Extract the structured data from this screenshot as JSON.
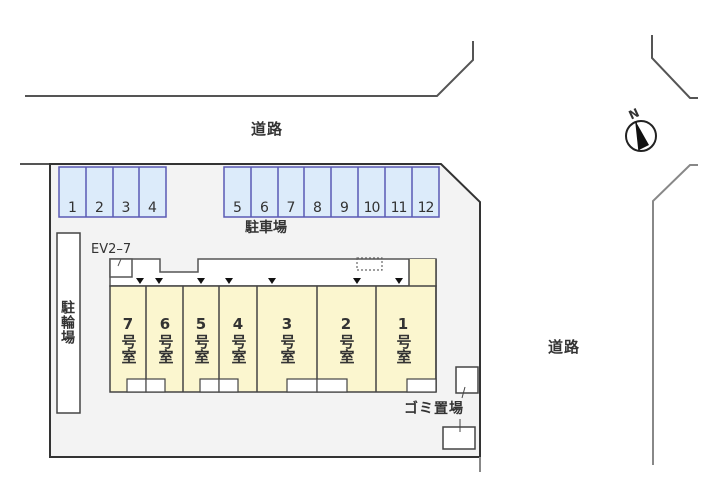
{
  "roads": {
    "north_label": "道路",
    "east_label": "道路"
  },
  "compass": {
    "letter": "N",
    "icon": "north-arrow-icon"
  },
  "parking": {
    "label": "駐車場",
    "slots_left": [
      "1",
      "2",
      "3",
      "4"
    ],
    "slots_right": [
      "5",
      "6",
      "7",
      "8",
      "9",
      "10",
      "11",
      "12"
    ],
    "fill_color": "#dcebfa",
    "border_color": "#5a5ab4"
  },
  "bicycle_parking": {
    "label": "駐輪場"
  },
  "elevator": {
    "label": "EV2–7"
  },
  "rooms": [
    {
      "num": "7",
      "suffix": "号室"
    },
    {
      "num": "6",
      "suffix": "号室"
    },
    {
      "num": "5",
      "suffix": "号室"
    },
    {
      "num": "4",
      "suffix": "号室"
    },
    {
      "num": "3",
      "suffix": "号室"
    },
    {
      "num": "2",
      "suffix": "号室"
    },
    {
      "num": "1",
      "suffix": "号室"
    }
  ],
  "garbage": {
    "label": "ゴミ置場"
  },
  "colors": {
    "site_fill": "#f3f3f3",
    "room_fill": "#fbf6cf",
    "line": "#444444"
  }
}
